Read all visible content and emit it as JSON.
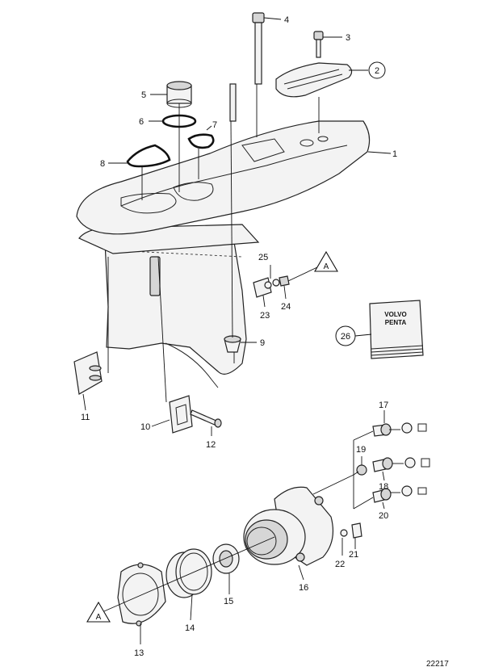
{
  "callouts": {
    "c1": "1",
    "c2": "2",
    "c3": "3",
    "c4": "4",
    "c5": "5",
    "c6": "6",
    "c7": "7",
    "c8": "8",
    "c9": "9",
    "c10": "10",
    "c11": "11",
    "c12": "12",
    "c13": "13",
    "c14": "14",
    "c15": "15",
    "c16": "16",
    "c17": "17",
    "c18": "18",
    "c19": "19",
    "c20": "20",
    "c21": "21",
    "c22": "22",
    "c23": "23",
    "c24": "24",
    "c25": "25",
    "c26": "26"
  },
  "reference_marks": {
    "upper": "A",
    "lower": "A"
  },
  "manual_label": {
    "line1": "VOLVO",
    "line2": "PENTA"
  },
  "figure_number": "22217"
}
